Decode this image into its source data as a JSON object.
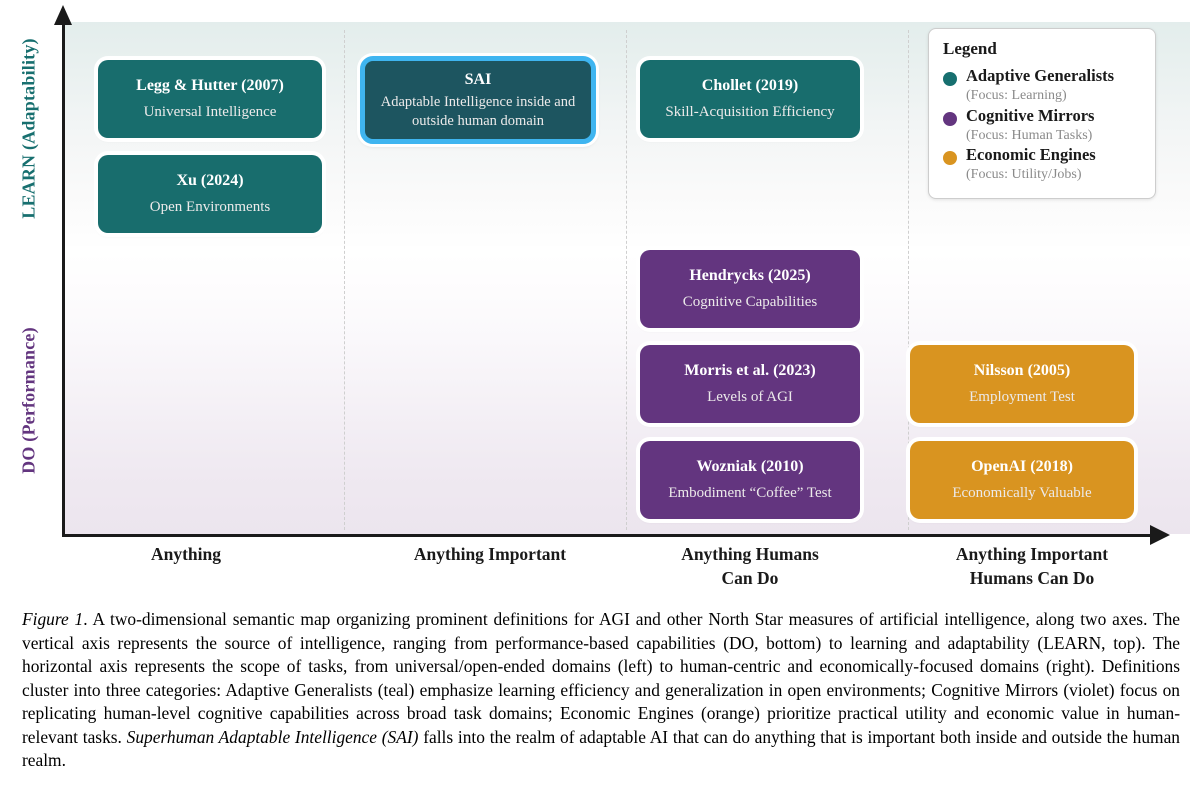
{
  "axes": {
    "y_top_label": "LEARN (Adaptability)",
    "y_bottom_label": "DO (Performance)",
    "y_top_color": "#176f6f",
    "y_bottom_color": "#63357f",
    "x_ticks": [
      "Anything",
      "Anything Important",
      "Anything Humans\nCan Do",
      "Anything Important\nHumans Can Do"
    ]
  },
  "boxes": [
    {
      "id": "legg-hutter-2007",
      "title": "Legg & Hutter (2007)",
      "subtitle": "Universal Intelligence",
      "category": "teal",
      "column": "Anything",
      "row": "LEARN"
    },
    {
      "id": "sai",
      "title": "SAI",
      "subtitle": "Adaptable Intelligence inside and outside human domain",
      "category": "highlight",
      "column": "Anything Important",
      "row": "LEARN"
    },
    {
      "id": "chollet-2019",
      "title": "Chollet (2019)",
      "subtitle": "Skill-Acquisition Efficiency",
      "category": "teal",
      "column": "Anything Humans Can Do",
      "row": "LEARN"
    },
    {
      "id": "xu-2024",
      "title": "Xu (2024)",
      "subtitle": "Open Environments",
      "category": "teal",
      "column": "Anything",
      "row": "LEARN"
    },
    {
      "id": "hendrycks-2025",
      "title": "Hendrycks (2025)",
      "subtitle": "Cognitive Capabilities",
      "category": "violet",
      "column": "Anything Humans Can Do",
      "row": "DO"
    },
    {
      "id": "morris-2023",
      "title": "Morris et al. (2023)",
      "subtitle": "Levels of AGI",
      "category": "violet",
      "column": "Anything Humans Can Do",
      "row": "DO"
    },
    {
      "id": "wozniak-2010",
      "title": "Wozniak (2010)",
      "subtitle": "Embodiment “Coffee” Test",
      "category": "violet",
      "column": "Anything Humans Can Do",
      "row": "DO"
    },
    {
      "id": "nilsson-2005",
      "title": "Nilsson (2005)",
      "subtitle": "Employment Test",
      "category": "orange",
      "column": "Anything Important Humans Can Do",
      "row": "DO"
    },
    {
      "id": "openai-2018",
      "title": "OpenAI (2018)",
      "subtitle": "Economically Valuable",
      "category": "orange",
      "column": "Anything Important Humans Can Do",
      "row": "DO"
    }
  ],
  "legend": {
    "title": "Legend",
    "items": [
      {
        "label": "Adaptive Generalists",
        "focus": "(Focus: Learning)",
        "color": "#176f6f"
      },
      {
        "label": "Cognitive Mirrors",
        "focus": "(Focus: Human Tasks)",
        "color": "#63357f"
      },
      {
        "label": "Economic Engines",
        "focus": "(Focus: Utility/Jobs)",
        "color": "#d99420"
      }
    ]
  },
  "colors": {
    "teal": "#186d6d",
    "violet": "#63357f",
    "orange": "#d99420",
    "sai_border": "#3fb5f0",
    "sai_fill": "#1d5560",
    "background_top": "#e3edec",
    "background_bottom": "#ece5ee"
  },
  "caption": {
    "figure_number": "Figure 1",
    "body_1": ". A two-dimensional semantic map organizing prominent definitions for AGI and other North Star measures of artificial intelligence, along two axes. The vertical axis represents the source of intelligence, ranging from performance-based capabilities (DO, bottom) to learning and adaptability (LEARN, top). The horizontal axis represents the scope of tasks, from universal/open-ended domains (left) to human-centric and economically-focused domains (right). Definitions cluster into three categories: Adaptive Generalists (teal) emphasize learning efficiency and generalization in open environments; Cognitive Mirrors (violet) focus on replicating human-level cognitive capabilities across broad task domains; Economic Engines (orange) prioritize practical utility and economic value in human-relevant tasks. ",
    "sai_term": "Superhuman Adaptable Intelligence (SAI)",
    "body_2": " falls into the realm of adaptable AI that can do anything that is important both inside and outside the human realm."
  }
}
